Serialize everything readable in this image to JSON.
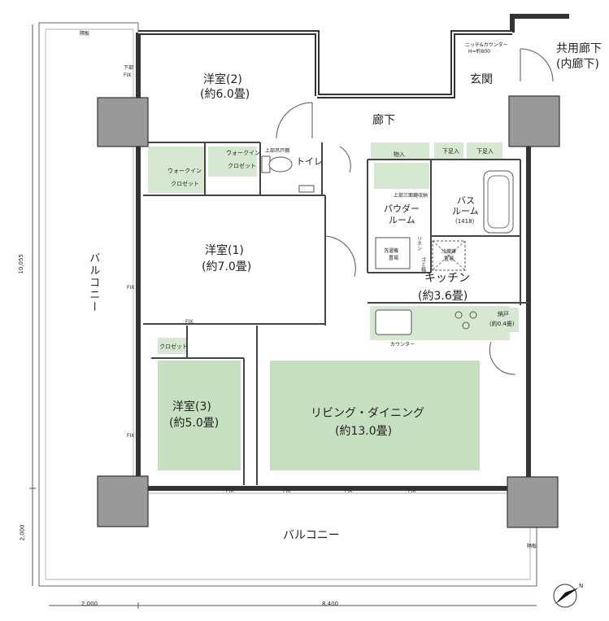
{
  "rooms": {
    "western2": {
      "name": "洋室(2)",
      "size": "(約6.0畳)"
    },
    "western1": {
      "name": "洋室(1)",
      "size": "(約7.0畳)"
    },
    "western3": {
      "name": "洋室(3)",
      "size": "(約5.0畳)"
    },
    "living": {
      "name": "リビング・ダイニング",
      "size": "(約13.0畳)"
    },
    "kitchen": {
      "name": "キッチン",
      "size": "(約3.6畳)"
    },
    "entrance": "玄関",
    "hallway": "廊下",
    "toilet": "トイレ",
    "powder_line1": "パウダー",
    "powder_line2": "ルーム",
    "bath_line1": "バス",
    "bath_line2": "ルーム",
    "bath_size": "(1418)",
    "storage_name": "納戸",
    "storage_size": "(約0.4畳)",
    "shared_corridor_line1": "共用廊下",
    "shared_corridor_line2": "(内廊下)"
  },
  "balcony": {
    "left": "バルコニー",
    "bottom": "バルコニー"
  },
  "labels": {
    "walkin_a_1": "ウォークイン",
    "walkin_a_2": "クロゼット",
    "walkin_b_1": "ウォークイン",
    "walkin_b_2": "クロゼット",
    "closet": "クロゼット",
    "storage": "物入",
    "shoe1": "下足入",
    "shoe2": "下足入",
    "niche_line1": "ニッチ&カウンター",
    "niche_line2": "H=約800",
    "counter": "カウンター",
    "washer_1": "洗濯機",
    "washer_2": "置場",
    "fridge_1": "冷蔵庫",
    "fridge_2": "置場",
    "upper_door_1": "上部吊戸棚",
    "upper_shelf_1": "上部三面鏡収納",
    "linen": "リネン",
    "trash": "ゴミ箱",
    "partition": "隔板",
    "partition2": "隔板",
    "fix_1": "下部",
    "fix_2": "FIX",
    "fix_labels": [
      "FIX",
      "FIX",
      "FIX",
      "FIX",
      "FIX",
      "FIX",
      "FIX"
    ]
  },
  "dimensions": {
    "vertical_main": "10,055",
    "vertical_balcony": "2,000",
    "horizontal_balcony": "2,000",
    "horizontal_main": "8,400"
  },
  "compass": "N"
}
